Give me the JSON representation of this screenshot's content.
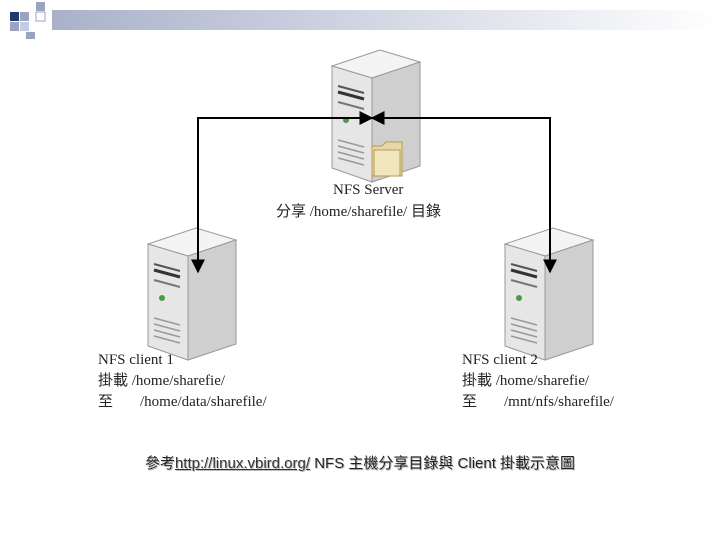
{
  "server": {
    "title": "NFS Server",
    "share": "分享 /home/sharefile/ 目錄"
  },
  "client1": {
    "title": "NFS client 1",
    "mount": "掛載 /home/sharefie/",
    "to": "至",
    "target": "/home/data/sharefile/"
  },
  "client2": {
    "title": "NFS client 2",
    "mount": "掛載 /home/sharefie/",
    "to": "至",
    "target": "/mnt/nfs/sharefile/"
  },
  "caption": {
    "prefix": "參考",
    "link": "http://linux.vbird.org/",
    "suffix": " NFS 主機分享目錄與 Client 掛載示意圖"
  },
  "colors": {
    "deco_dark": "#1f3a68",
    "deco_light": "#9aa4c0",
    "server_body": "#e6e6e6",
    "arrow": "#000000"
  },
  "icons": {
    "server": "server-tower-icon",
    "folder": "folder-icon"
  }
}
